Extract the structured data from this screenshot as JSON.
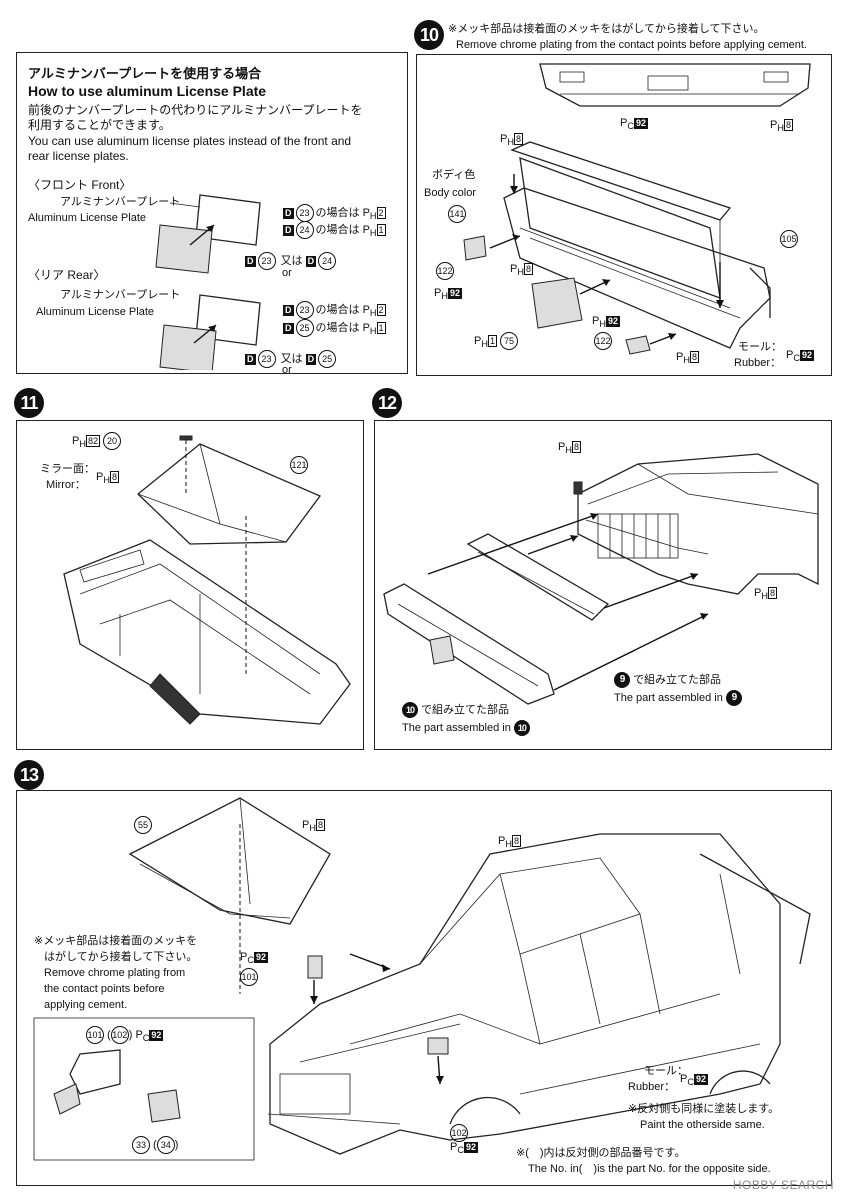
{
  "license": {
    "title_jp": "アルミナンバープレートを使用する場合",
    "title_en": "How to use aluminum License Plate",
    "desc_jp_1": "前後のナンバープレートの代わりにアルミナンバープレートを",
    "desc_jp_2": "利用することができます。",
    "desc_en_1": "You can use aluminum license plates instead of the front and",
    "desc_en_2": "rear license plates.",
    "front_heading": "〈フロント Front〉",
    "rear_heading": "〈リア Rear〉",
    "plate_jp": "アルミナンバープレート",
    "plate_en": "Aluminum License Plate",
    "case_suffix": "の場合は",
    "or_jp": "又は",
    "or_en": "or",
    "front_d1": "23",
    "front_d2": "24",
    "front_d3": "23",
    "front_d4": "24",
    "rear_d1": "23",
    "rear_d2": "25",
    "rear_d3": "23",
    "rear_d4": "25",
    "ph_a": "2",
    "ph_b": "1"
  },
  "step10": {
    "num": "10",
    "note_jp": "※メッキ部品は接着面のメッキをはがしてから接着して下さい。",
    "note_en": "Remove chrome plating from the contact points before applying cement.",
    "body_color_jp": "ボディ色",
    "body_color_en": "Body color",
    "rubber_jp": "モール：",
    "rubber_en": "Rubber：",
    "parts": {
      "p141": "141",
      "p105": "105",
      "p122a": "122",
      "p122b": "122",
      "p75": "75"
    },
    "colors": {
      "ph8": "8",
      "pc92": "92",
      "ph92": "92",
      "ph1": "1"
    }
  },
  "step11": {
    "num": "11",
    "mirror_jp": "ミラー面：",
    "mirror_en": "Mirror：",
    "parts": {
      "p20": "20",
      "p121": "121"
    },
    "colors": {
      "ph82": "82",
      "ph8": "8"
    }
  },
  "step12": {
    "num": "12",
    "assembled9_jp": "で組み立てた部品",
    "assembled9_en": "The part assembled in",
    "ref9": "9",
    "assembled10_jp": "で組み立てた部品",
    "assembled10_en": "The part assembled in",
    "ref10": "10",
    "colors": {
      "ph8": "8"
    }
  },
  "step13": {
    "num": "13",
    "note_jp_1": "※メッキ部品は接着面のメッキを",
    "note_jp_2": "はがしてから接着して下さい。",
    "note_en_1": "Remove chrome plating from",
    "note_en_2": "the contact points before",
    "note_en_3": "applying cement.",
    "rubber_jp": "モール：",
    "rubber_en": "Rubber：",
    "other_side_jp": "※反対側も同様に塗装します。",
    "other_side_en": "Paint the otherside same.",
    "paren_note_jp": "※(　)内は反対側の部品番号です。",
    "paren_note_en": "The No. in(　)is the part No. for the opposite side.",
    "parts": {
      "p55": "55",
      "p101": "101",
      "p102": "102",
      "p33": "33",
      "p34": "34"
    },
    "colors": {
      "ph8": "8",
      "pc92": "92"
    }
  },
  "watermark": "HOBBY SEARCH"
}
